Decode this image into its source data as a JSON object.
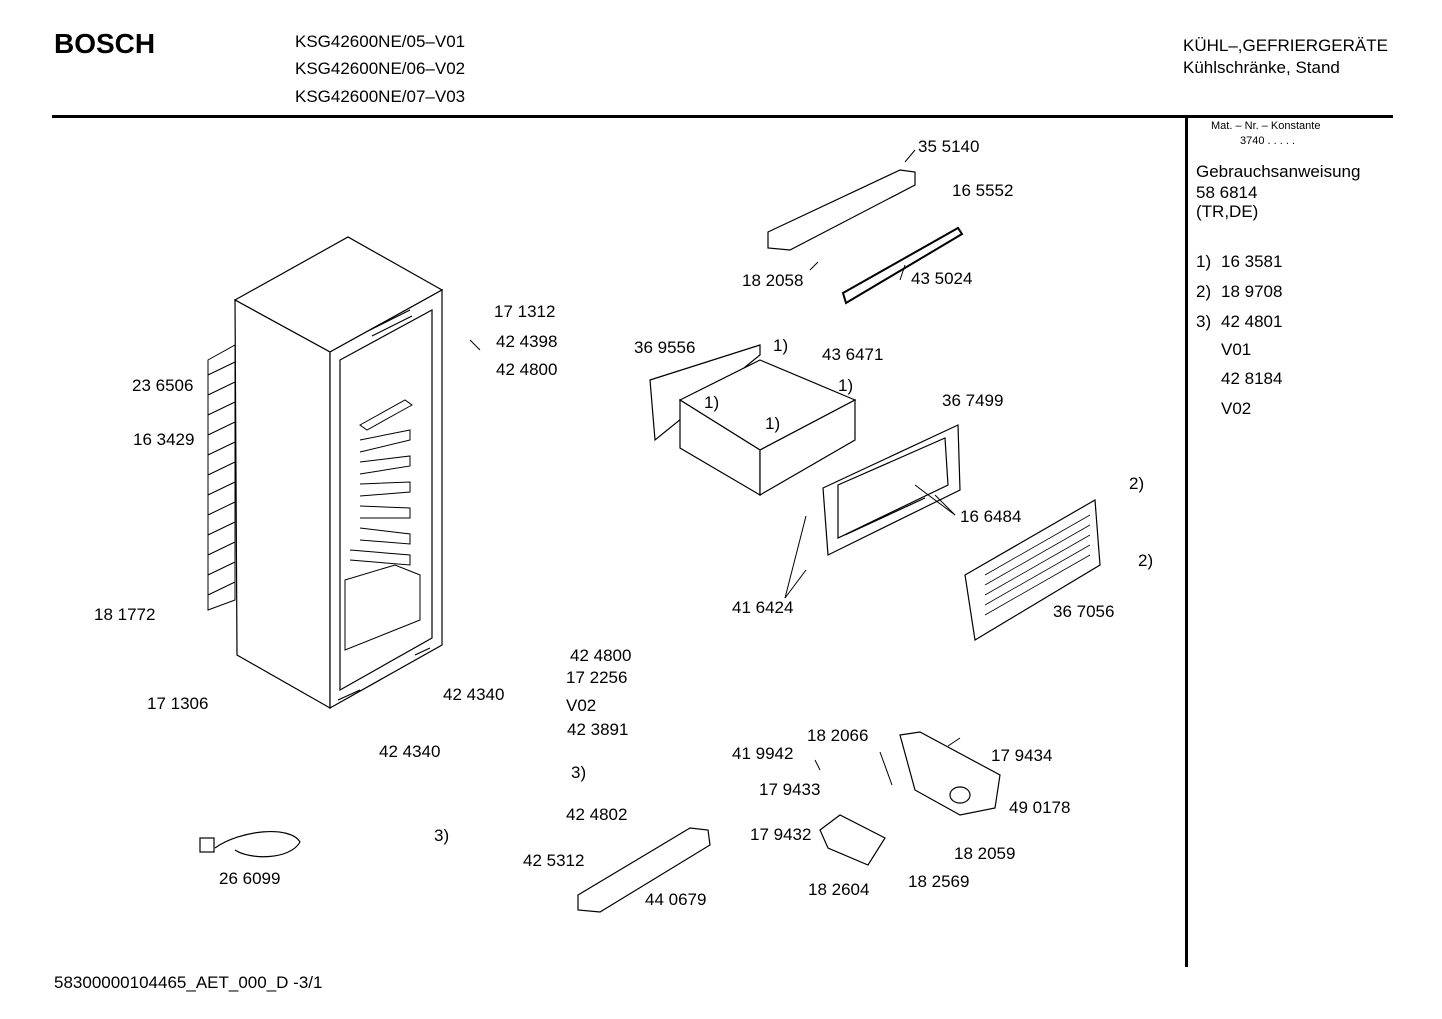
{
  "header": {
    "brand": "BOSCH",
    "models": [
      "KSG42600NE/05–V01",
      "KSG42600NE/06–V02",
      "KSG42600NE/07–V03"
    ],
    "category_line1": "KÜHL–,GEFRIERGERÄTE",
    "category_line2": "Kühlschränke, Stand"
  },
  "sidebar": {
    "mat_heading": "Mat. – Nr. – Konstante",
    "mat_value": "3740  .  .  .  .  .",
    "manual_title": "Gebrauchsanweisung",
    "manual_number": "58 6814",
    "manual_lang": "(TR,DE)",
    "notes": [
      {
        "key": "1)",
        "value": "16 3581"
      },
      {
        "key": "2)",
        "value": "18 9708"
      },
      {
        "key": "3)",
        "value": "42 4801"
      }
    ],
    "note_v01": "V01",
    "note_v01_part": "42 8184",
    "note_v02": "V02"
  },
  "parts": {
    "p355140": "35 5140",
    "p165552": "16 5552",
    "p182058": "18 2058",
    "p435024": "43 5024",
    "p171312": "17 1312",
    "p424398": "42 4398",
    "p424800a": "42 4800",
    "p369556": "36 9556",
    "p436471": "43 6471",
    "p236506": "23 6506",
    "p163429": "16 3429",
    "p367499": "36 7499",
    "p166484": "16 6484",
    "p416424": "41 6424",
    "p367056": "36 7056",
    "p181772": "18 1772",
    "p171306": "17 1306",
    "p424340a": "42 4340",
    "p424800b": "42 4800",
    "p172256": "17 2256",
    "v02": "V02",
    "p423891": "42 3891",
    "p424340b": "42 4340",
    "p424802": "42 4802",
    "p425312": "42 5312",
    "p440679": "44 0679",
    "p266099": "26 6099",
    "p182066": "18 2066",
    "p419942": "41 9942",
    "p179434": "17 9434",
    "p179433": "17 9433",
    "p490178": "49 0178",
    "p179432": "17 9432",
    "p182059": "18 2059",
    "p182604": "18 2604",
    "p182569": "18 2569"
  },
  "callouts": {
    "one": "1)",
    "two": "2)",
    "three": "3)"
  },
  "footer": {
    "doc_id": "58300000104465_AET_000_D  -3/1"
  }
}
